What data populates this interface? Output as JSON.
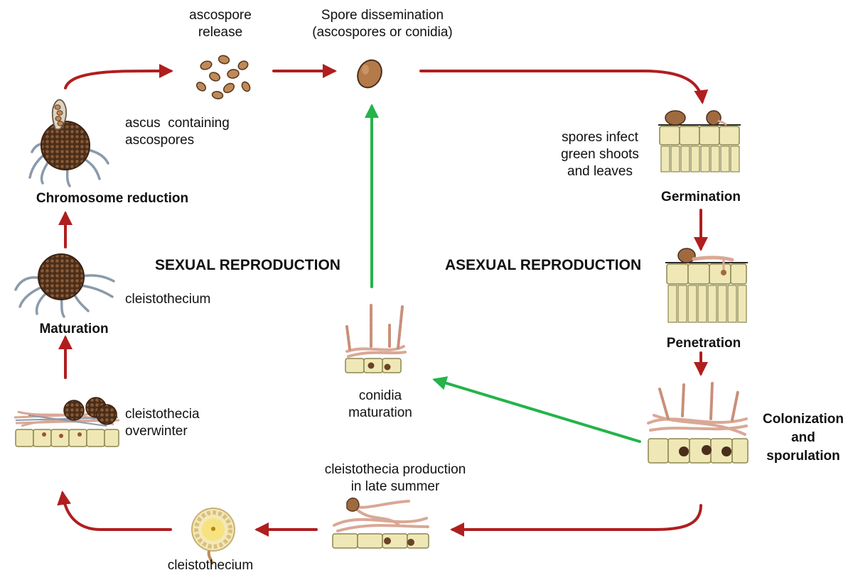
{
  "labels": {
    "ascospore_release": [
      "ascospore",
      "release"
    ],
    "spore_dissemination": [
      "Spore dissemination",
      "(ascospores or conidia)"
    ],
    "ascus": [
      "ascus  containing",
      "ascospores"
    ],
    "chromosome_reduction": "Chromosome reduction",
    "cleistothecium_mid": "cleistothecium",
    "maturation": "Maturation",
    "cleistothecia_overwinter": [
      "cleistothecia",
      "overwinter"
    ],
    "sexual_reproduction": "SEXUAL REPRODUCTION",
    "asexual_reproduction": "ASEXUAL REPRODUCTION",
    "spores_infect": [
      "spores infect",
      "green shoots",
      "and leaves"
    ],
    "germination": "Germination",
    "penetration": "Penetration",
    "colonization": [
      "Colonization",
      "and",
      "sporulation"
    ],
    "conidia_maturation": [
      "conidia",
      "maturation"
    ],
    "cleistothecia_production": [
      "cleistothecia production",
      "in late summer"
    ],
    "cleistothecium_bottom": "cleistothecium"
  },
  "colors": {
    "sexual_arrow": "#b01e1e",
    "asexual_arrow": "#25b34a",
    "cell": "#efe8b6",
    "cell_border": "#8c8650",
    "hypha": "#e9b9a6",
    "fruiting_body": "#5a3a22",
    "spore": "#c08a58"
  },
  "icons": [
    "spore-cluster-icon",
    "single-spore-icon",
    "ascus-icon",
    "cleistothecium-icon",
    "leaf-tissue-icon",
    "conidiophore-icon"
  ]
}
